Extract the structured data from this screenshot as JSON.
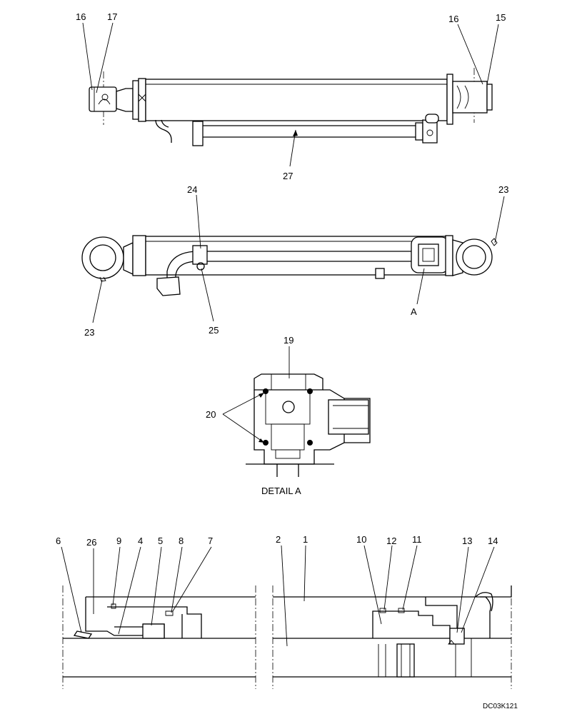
{
  "callouts": {
    "c16a": "16",
    "c17": "17",
    "c16b": "16",
    "c15": "15",
    "c27": "27",
    "c24": "24",
    "c23a": "23",
    "c23b": "23",
    "c25": "25",
    "cA": "A",
    "c19": "19",
    "c20": "20",
    "c6": "6",
    "c26": "26",
    "c9": "9",
    "c4": "4",
    "c5": "5",
    "c8": "8",
    "c7": "7",
    "c2": "2",
    "c1": "1",
    "c10": "10",
    "c12": "12",
    "c11": "11",
    "c13": "13",
    "c14": "14"
  },
  "detail_caption": "DETAIL A",
  "drawing_code": "DC03K121"
}
